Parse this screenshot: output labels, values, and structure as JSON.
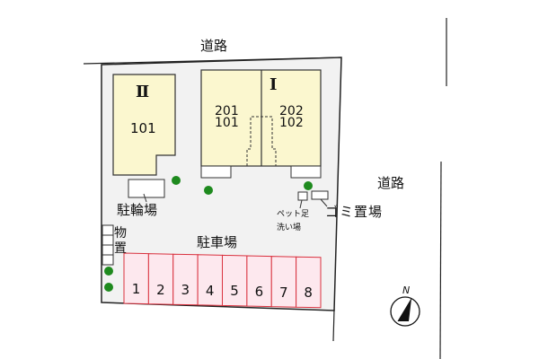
{
  "roads": {
    "top": "道路",
    "right": "道路"
  },
  "buildings": [
    {
      "name": "Ⅱ",
      "rooms": [
        "101"
      ]
    },
    {
      "name": "Ⅰ",
      "rooms_left": [
        "201",
        "101"
      ],
      "rooms_right": [
        "202",
        "102"
      ]
    }
  ],
  "facilities": {
    "bicycle_parking": "駐輪場",
    "storage": "物置",
    "parking": "駐車場",
    "pet_wash_line1": "ペット足",
    "pet_wash_line2": "洗い場",
    "garbage": "ゴミ置場"
  },
  "parking_spaces": [
    "1",
    "2",
    "3",
    "4",
    "5",
    "6",
    "7",
    "8"
  ],
  "compass": "N",
  "colors": {
    "lot": "#f2f2f2",
    "building": "#fbf7cf",
    "parking": "#fde8ee",
    "parking_border": "#d9323f",
    "tree": "#1e8a1e"
  }
}
